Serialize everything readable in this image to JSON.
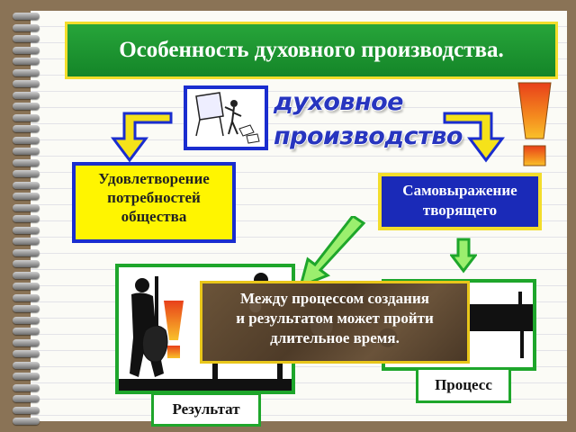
{
  "slide": {
    "title": "Особенность духовного производства.",
    "wordart_line1": "духовное",
    "wordart_line2": "производство",
    "left_box": [
      "Удовлетворение",
      "потребностей",
      "общества"
    ],
    "right_box": [
      "Самовыражение",
      "творящего"
    ],
    "center_box": [
      "Между процессом создания",
      "и результатом может пройти",
      "длительное время."
    ],
    "result_label": "Результат",
    "process_label": "Процесс"
  },
  "colors": {
    "background": "#8a7356",
    "title_fill": "#1f9632",
    "accent_yellow": "#fff500",
    "accent_blue": "#1a2ab8",
    "frame_green": "#1ea62b",
    "exclamation": "#f07a1c"
  },
  "icons": [
    "painter-easel-icon",
    "exclamation-icon",
    "arrow-down-icon",
    "arrow-diagonal-icon",
    "musicians-image",
    "piano-image"
  ]
}
